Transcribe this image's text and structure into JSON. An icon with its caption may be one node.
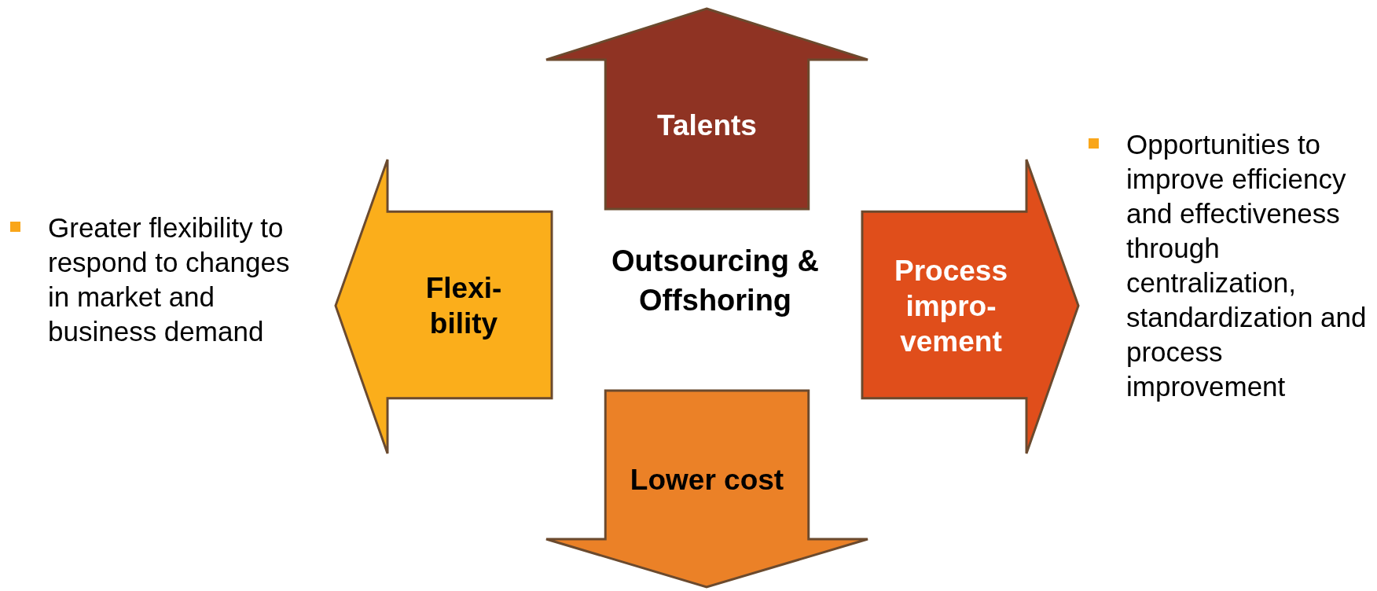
{
  "diagram": {
    "nodes": [
      {
        "text": [
          "Talents"
        ]
      },
      {
        "text": [
          "Flexi- bility"
        ],
        "beside": [
          "Greater flexibility to respond to changes in market and business demand"
        ]
      },
      {
        "text": [
          "Process impro- vement"
        ],
        "beside": [
          "Opportunities to improve efficiency and effectiveness through centralization, standardization and process improvement"
        ]
      },
      {
        "text": [
          "Lower cost"
        ]
      }
    ],
    "labels": [
      "Outsourcing & Offshoring"
    ]
  }
}
